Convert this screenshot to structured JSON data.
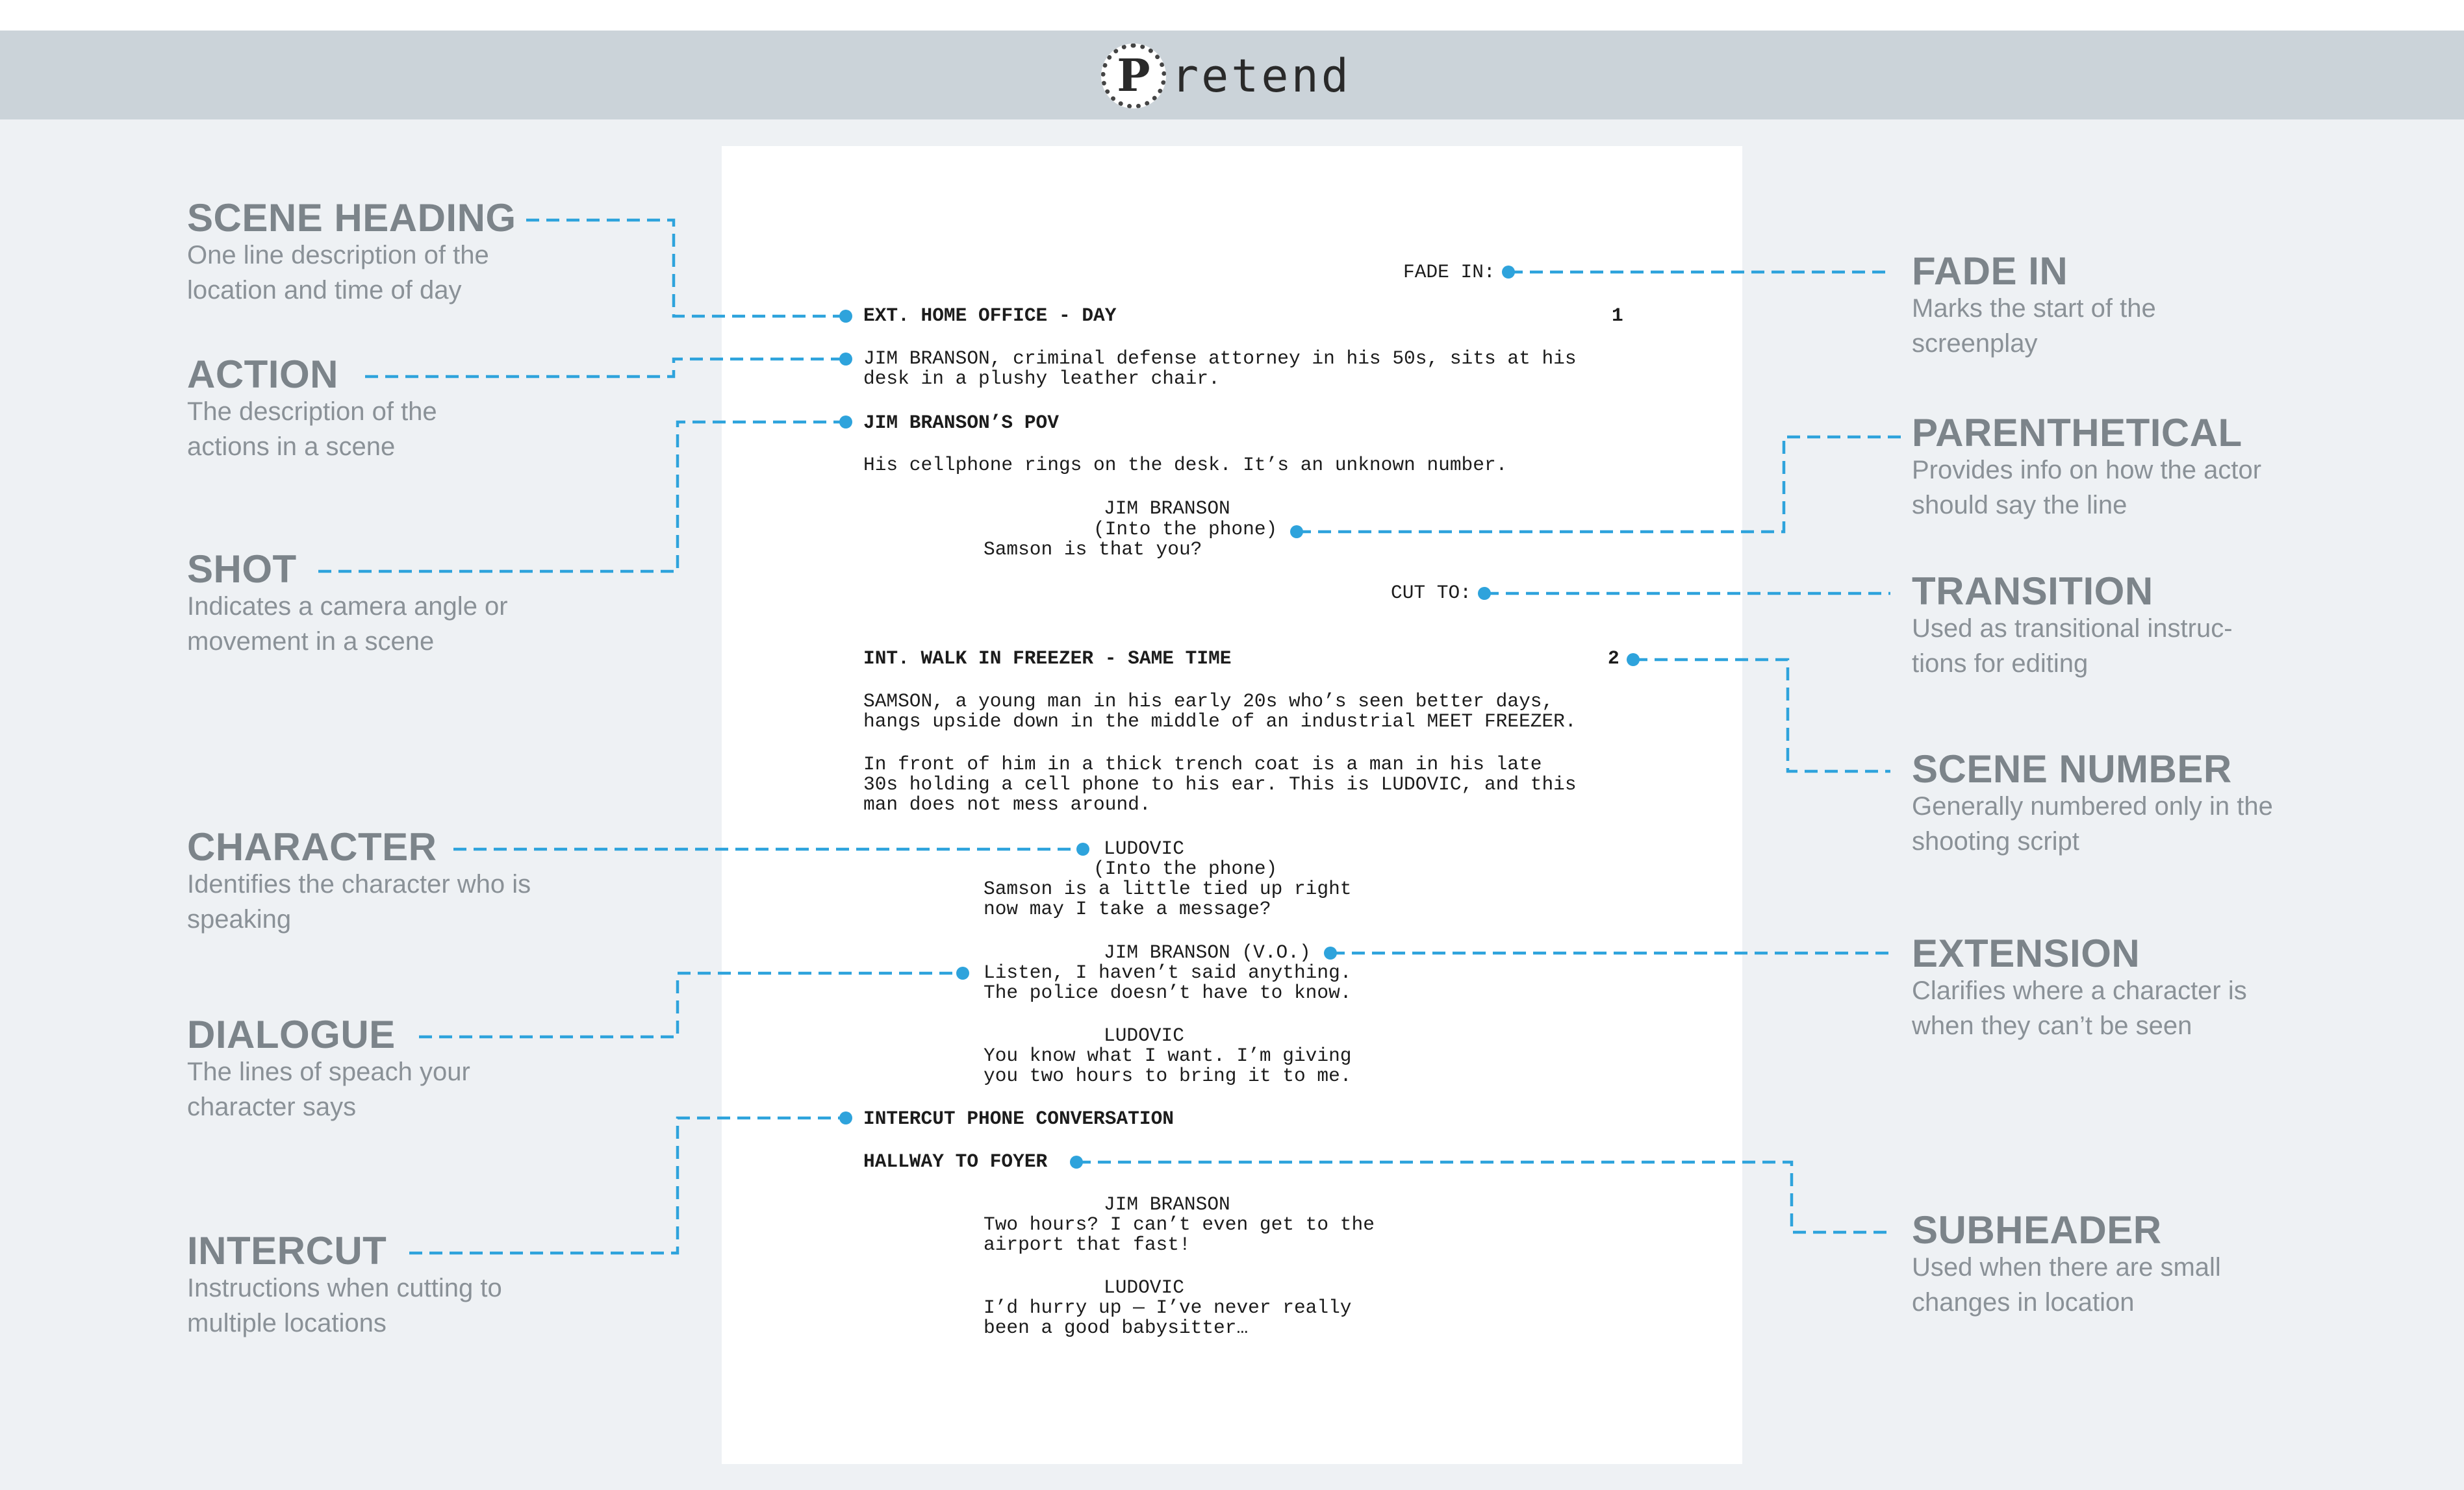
{
  "header": {
    "logo_initial": "P",
    "logo_rest": "retend"
  },
  "script": {
    "fade_in": "FADE IN:",
    "scene1_heading": "EXT. HOME OFFICE - DAY",
    "scene1_number": "1",
    "action1_line1": "JIM BRANSON, criminal defense attorney in his 50s, sits at his",
    "action1_line2": "desk in a plushy leather chair.",
    "shot": "JIM BRANSON’S POV",
    "action2": "His cellphone rings on the desk. It’s an unknown number.",
    "char1": "JIM BRANSON",
    "paren1": "(Into the phone)",
    "dial1": "Samson is that you?",
    "transition": "CUT TO:",
    "scene2_heading": "INT. WALK IN FREEZER - SAME TIME",
    "scene2_number": "2",
    "action3_line1": "SAMSON, a young man in his early 20s who’s seen better days,",
    "action3_line2": "hangs upside down in the middle of an industrial MEET FREEZER.",
    "action4_line1": "In front of him in a thick trench coat is a man in his late",
    "action4_line2": "30s holding a cell phone to his ear. This is LUDOVIC, and this",
    "action4_line3": "man does not mess around.",
    "char2": "LUDOVIC",
    "paren2": "(Into the phone)",
    "dial2_line1": "Samson is a little tied up right",
    "dial2_line2": "now may I take a message?",
    "char3": "JIM BRANSON (V.O.)",
    "dial3_line1": "Listen, I haven’t said anything.",
    "dial3_line2": "The police doesn’t have to know.",
    "char4": "LUDOVIC",
    "dial4_line1": "You know what I want. I’m giving",
    "dial4_line2": "you two hours to bring it to me.",
    "intercut": "INTERCUT PHONE CONVERSATION",
    "subheader": "HALLWAY TO FOYER",
    "char5": "JIM BRANSON",
    "dial5_line1": "Two hours? I can’t even get to the",
    "dial5_line2": "airport that fast!",
    "char6": "LUDOVIC",
    "dial6_line1": "I’d hurry up — I’ve never really",
    "dial6_line2": "been a good babysitter…"
  },
  "labels": {
    "scene_heading": {
      "title": "SCENE HEADING",
      "desc": "One line description of the location and time of day"
    },
    "action": {
      "title": "ACTION",
      "desc": "The description of the actions in a scene"
    },
    "shot": {
      "title": "SHOT",
      "desc": "Indicates a camera angle or movement in a scene"
    },
    "character": {
      "title": "CHARACTER",
      "desc": "Identifies the character who is speaking"
    },
    "dialogue": {
      "title": "DIALOGUE",
      "desc": "The lines of speach your character says"
    },
    "intercut": {
      "title": "INTERCUT",
      "desc": "Instructions when cutting to multiple locations"
    },
    "fade_in": {
      "title": "FADE IN",
      "desc": "Marks the start of the screenplay"
    },
    "parenthetical": {
      "title": "PARENTHETICAL",
      "desc": "Provides info on how the actor should say the line"
    },
    "transition": {
      "title": "TRANSITION",
      "desc": "Used as transitional instruc-tions for editing"
    },
    "scene_number": {
      "title": "SCENE NUMBER",
      "desc": "Generally numbered only in the shooting script"
    },
    "extension": {
      "title": "EXTENSION",
      "desc": "Clarifies where a character is when they can’t be seen"
    },
    "subheader": {
      "title": "SUBHEADER",
      "desc": "Used when there are small changes in location"
    }
  },
  "colors": {
    "accent": "#2ea3dc",
    "label_title": "#7c848a",
    "label_desc": "#8a9197",
    "header_bar": "#cbd3d9",
    "background": "#eef1f4"
  }
}
